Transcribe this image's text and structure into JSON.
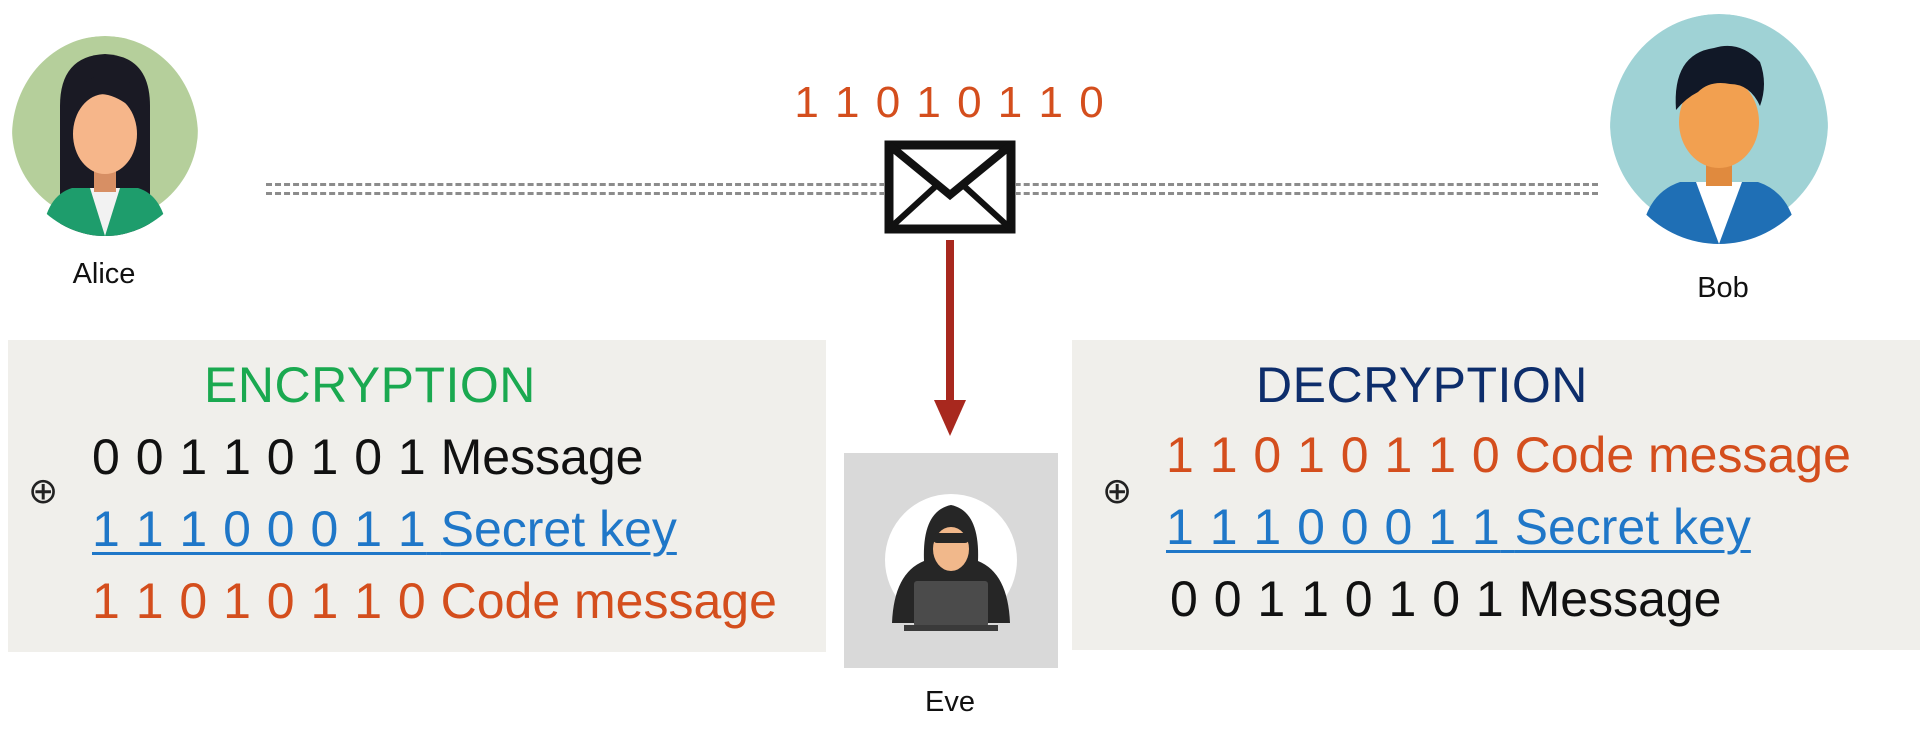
{
  "people": {
    "alice": {
      "name": "Alice"
    },
    "bob": {
      "name": "Bob"
    },
    "eve": {
      "name": "Eve"
    }
  },
  "transmission": {
    "bits": "1 1 0 1 0 1 1 0",
    "envelope_icon": "envelope-icon",
    "arrow_icon": "down-arrow-icon"
  },
  "encryption": {
    "title": "ENCRYPTION",
    "operator": "⊕",
    "rows": [
      {
        "bits": "0 0 1 1 0 1 0 1",
        "label": "Message"
      },
      {
        "bits": "1 1 1 0 0 0 1 1",
        "label": "Secret key"
      },
      {
        "bits": "1 1 0 1 0 1 1 0",
        "label": "Code message"
      }
    ]
  },
  "decryption": {
    "title": "DECRYPTION",
    "operator": "⊕",
    "rows": [
      {
        "bits": "1 1 0 1 0 1 1 0",
        "label": "Code message"
      },
      {
        "bits": "1 1 1 0 0 0 1 1",
        "label": "Secret key"
      },
      {
        "bits": "0 0 1 1 0 1 0 1",
        "label": "Message"
      }
    ]
  },
  "colors": {
    "message": "#111111",
    "secret_key": "#1f77c8",
    "code_message": "#d44e1d",
    "encryption_title": "#1aa950",
    "decryption_title": "#0d2d6b",
    "arrow": "#a8281e",
    "panel_bg": "#f0efeb"
  }
}
